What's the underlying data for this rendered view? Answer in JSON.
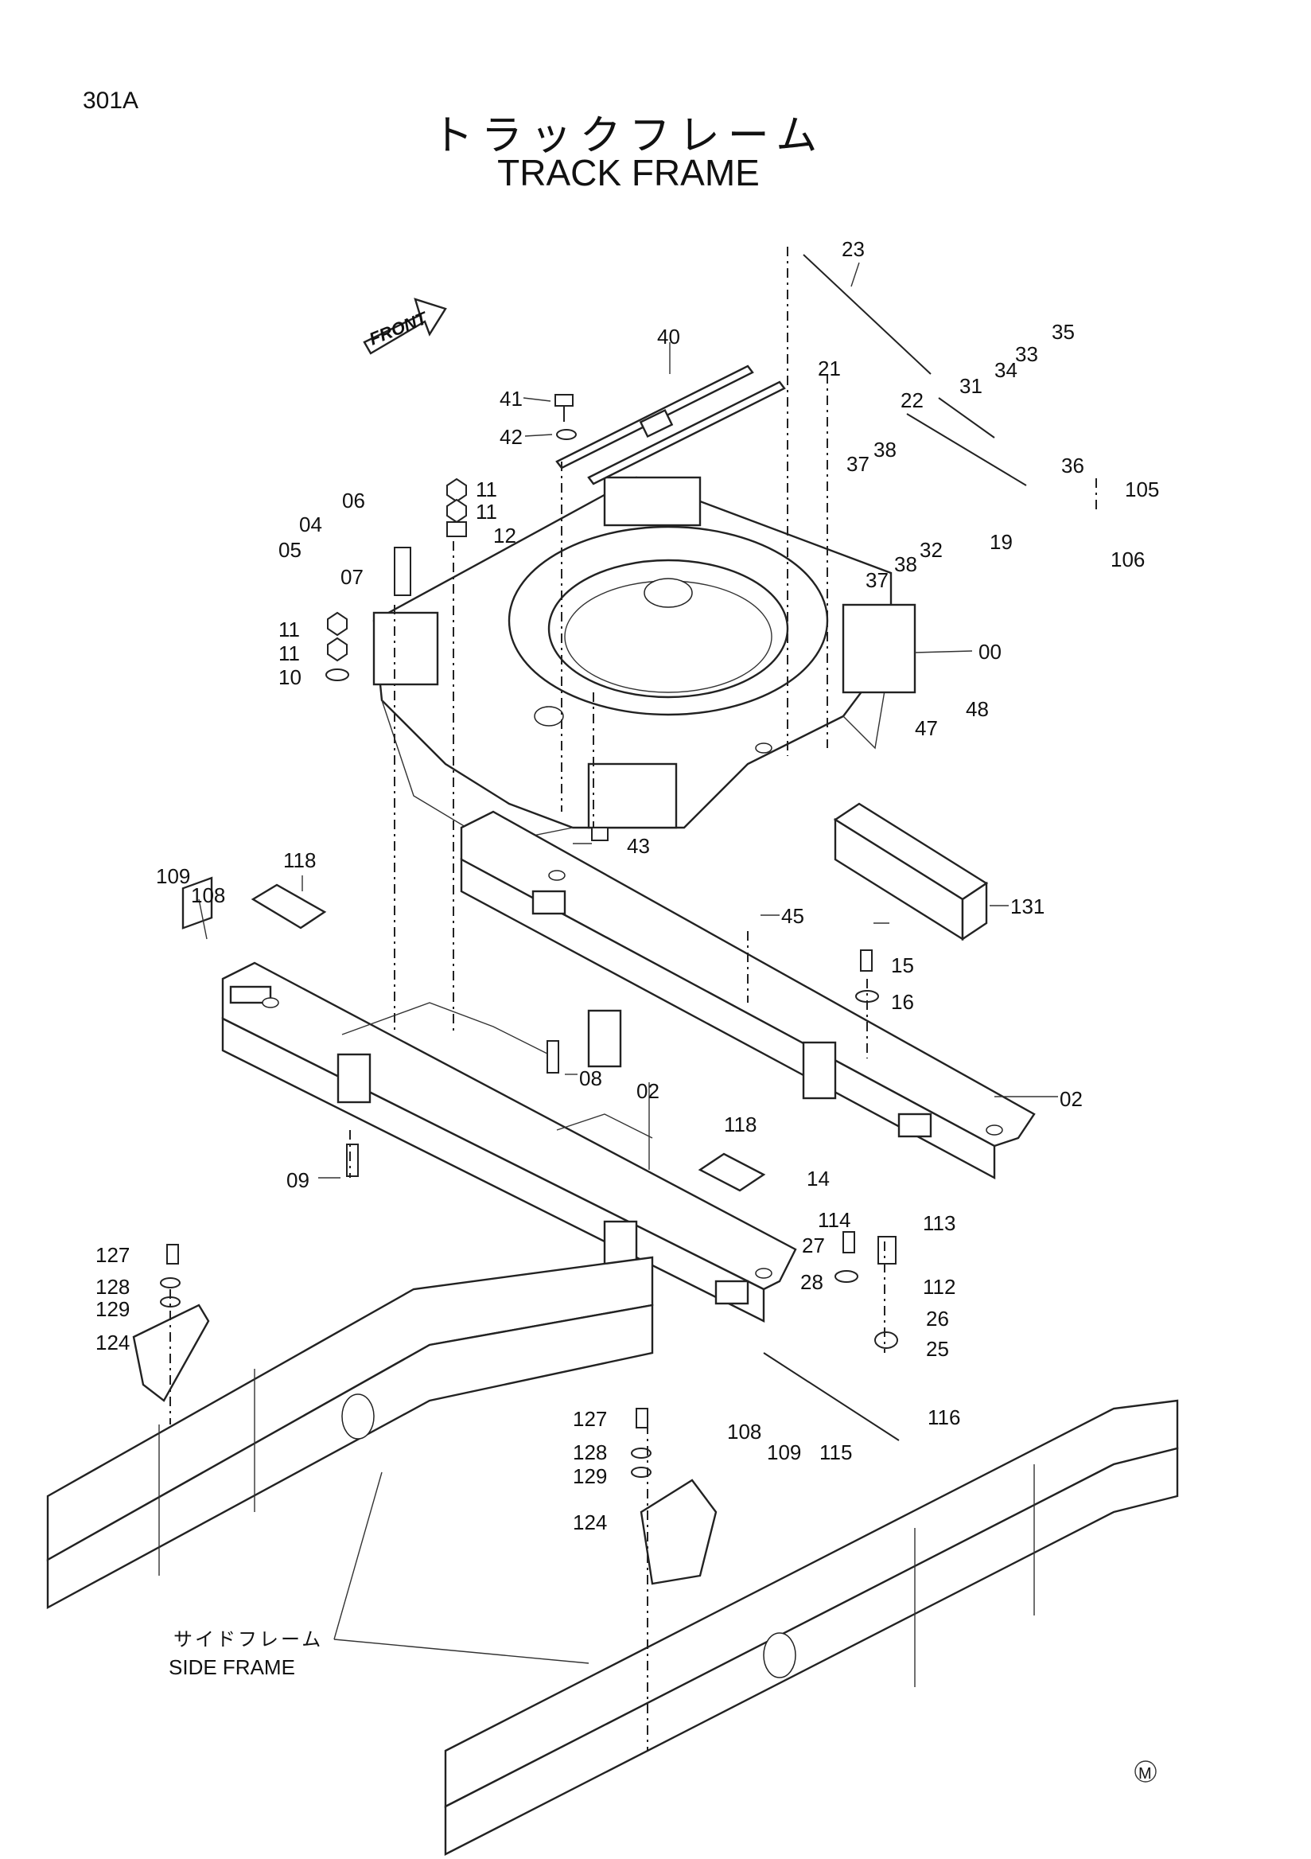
{
  "header": {
    "page_code": "301A",
    "title_jp": "トラックフレーム",
    "title_en": "TRACK FRAME"
  },
  "front_label": "FRONT",
  "side_frame": {
    "label_jp": "サイドフレーム",
    "label_en": "SIDE FRAME"
  },
  "mark": "M",
  "callouts": [
    "23",
    "40",
    "41",
    "42",
    "21",
    "22",
    "31",
    "34",
    "33",
    "35",
    "36",
    "06",
    "11",
    "11",
    "04",
    "12",
    "05",
    "07",
    "37",
    "38",
    "105",
    "32",
    "19",
    "106",
    "38",
    "37",
    "11",
    "11",
    "10",
    "00",
    "48",
    "47",
    "43",
    "109",
    "118",
    "108",
    "45",
    "131",
    "15",
    "16",
    "08",
    "02",
    "02",
    "118",
    "09",
    "14",
    "114",
    "113",
    "27",
    "127",
    "112",
    "28",
    "128",
    "129",
    "26",
    "124",
    "25",
    "108",
    "116",
    "127",
    "109",
    "115",
    "128",
    "129",
    "124"
  ]
}
